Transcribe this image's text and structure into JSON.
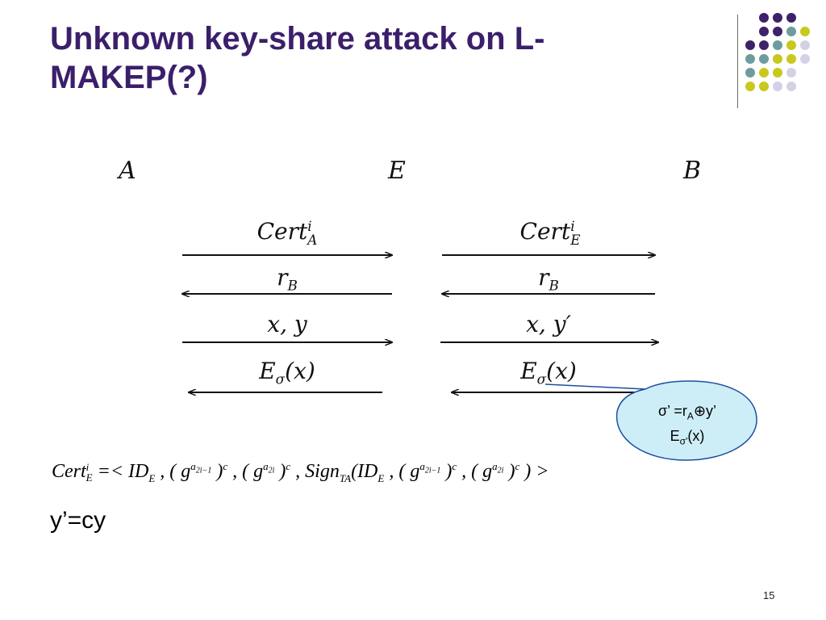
{
  "slide": {
    "title_line1": "Unknown key-share attack on L-",
    "title_line2": "MAKEP(?)",
    "page_number": "15"
  },
  "decoration": {
    "colors": {
      "purple": "#3e2168",
      "teal": "#6e9c9c",
      "olive": "#c8c81e",
      "lavender": "#d2d2e6"
    }
  },
  "protocol": {
    "parties": {
      "a": "A",
      "e": "E",
      "b": "B"
    },
    "messages_left": {
      "m1_base": "Cert",
      "m1_sup": "i",
      "m1_sub": "A",
      "m2_base": "r",
      "m2_sub": "B",
      "m3": "x,  y",
      "m4_base": "E",
      "m4_sub": "σ",
      "m4_arg": "(x)"
    },
    "messages_right": {
      "m1_base": "Cert",
      "m1_sup": "i",
      "m1_sub": "E",
      "m2_base": "r",
      "m2_sub": "B",
      "m3": "x,  y′",
      "m4_base": "E",
      "m4_sub": "σ",
      "m4_arg": "(x)"
    }
  },
  "callout": {
    "line1_pre": "σ’ =r",
    "line1_sub": "A",
    "line1_op": "⊕",
    "line1_post": "y’",
    "line2_pre": "E",
    "line2_sub": "σ'",
    "line2_post": "(x)"
  },
  "formula": {
    "cert": "Cert",
    "cert_sup": "i",
    "cert_sub": "E",
    "assign": " =< ID",
    "id_sub": "E",
    "t1": " , ( g",
    "e1": "a",
    "e1_sub": "2i−1",
    "c1": " )",
    "c1_sup": "c",
    "t2": " , ( g",
    "e2": "a",
    "e2_sub": "2i",
    "c2": " )",
    "c2_sup": "c",
    "t3": " , Sign",
    "sign_sub": "TA",
    "t4": "(ID",
    "id2_sub": "E",
    "t5": " , ( g",
    "e3": "a",
    "e3_sub": "2i−1",
    "c3": " )",
    "c3_sup": "c",
    "t6": " , ( g",
    "e4": "a",
    "e4_sub": "2i",
    "c4": " )",
    "c4_sup": "c",
    "end": " ) >"
  },
  "equation": {
    "text": "y’=cy"
  }
}
